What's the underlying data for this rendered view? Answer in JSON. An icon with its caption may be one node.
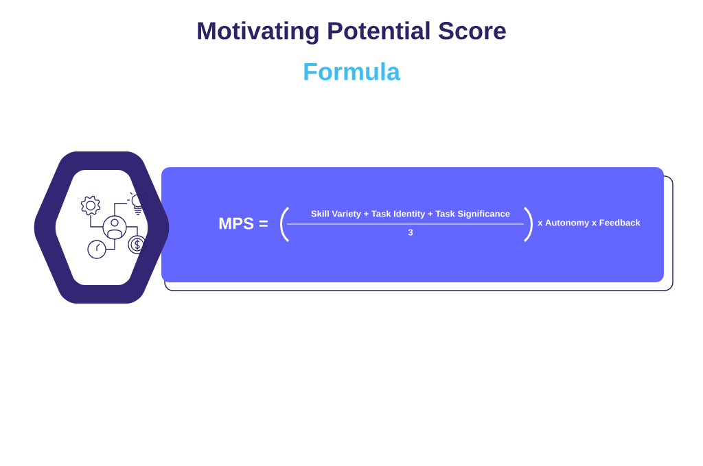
{
  "diagram": {
    "title": "Motivating Potential Score",
    "nodes": [
      {
        "text": [],
        "shape": "hexagon"
      },
      {
        "text": [
          "MPS =",
          "Skill Variety + Task Identity + Task Significance",
          "3",
          "x Autonomy x Feedback"
        ]
      }
    ],
    "edges": [],
    "labels": [
      "Formula"
    ]
  }
}
